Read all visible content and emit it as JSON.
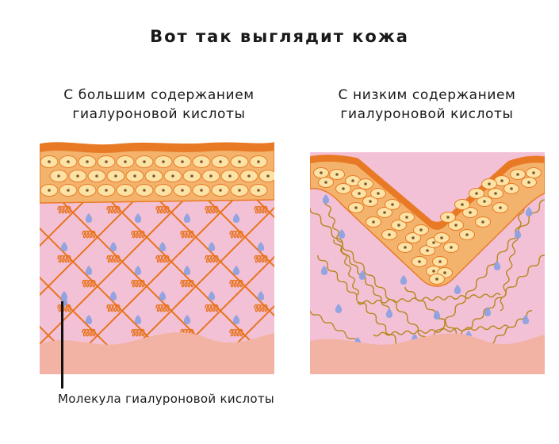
{
  "title": "Вот так выглядит кожа",
  "left_panel": {
    "caption": {
      "line1": "С большим содержанием",
      "line2": "гиалуроновой кислоты"
    }
  },
  "right_panel": {
    "caption": {
      "line1": "С низким содержанием",
      "line2": "гиалуроновой кислоты"
    }
  },
  "callout": {
    "label": "Молекула гиалуроновой кислоты"
  },
  "colors": {
    "epidermis_fill": "#f4b36d",
    "epidermis_border": "#e87a25",
    "cell_fill": "#fde2a5",
    "cell_nucleus": "#7d5a2a",
    "dermis_fill": "#f3c1d6",
    "fiber_network": "#e8731c",
    "fiber_wavy": "#b6871f",
    "water_drop": "#8aa1e2",
    "base_layer": "#f2b3a4"
  }
}
